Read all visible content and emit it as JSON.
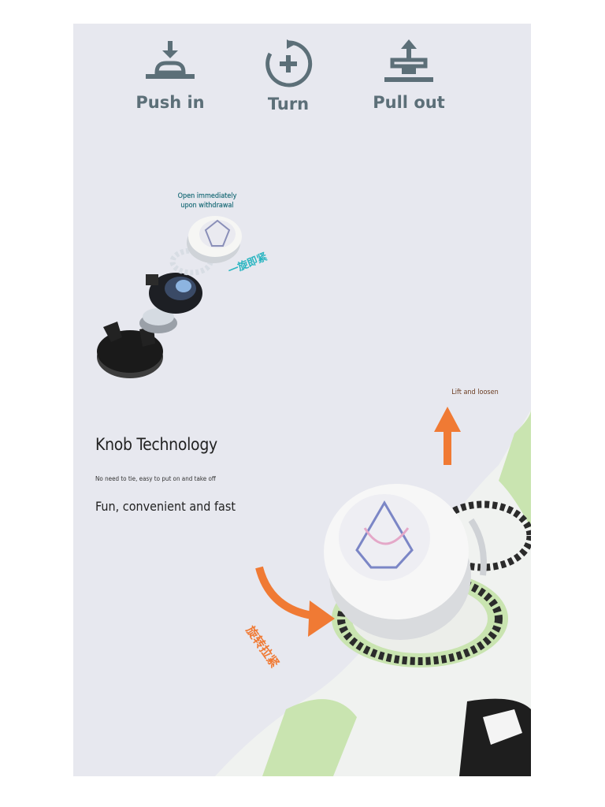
{
  "steps": [
    {
      "label": "Push in",
      "icon": "push-in-icon"
    },
    {
      "label": "Turn",
      "icon": "turn-icon"
    },
    {
      "label": "Pull out",
      "icon": "pull-out-icon"
    }
  ],
  "exploded_callout": "Open immediately upon withdrawal",
  "exploded_cn_label": "一旋即紧",
  "lift_callout": "Lift and loosen",
  "rotate_cn_label": "旋转拉紧",
  "feature": {
    "heading": "Knob Technology",
    "subtext": "No need to tie, easy to put on and take off",
    "tagline": "Fun, convenient and fast"
  },
  "colors": {
    "background": "#e7e8ef",
    "icon": "#5c6f78",
    "accent_orange": "#f07a34",
    "accent_teal": "#2ab5c1",
    "shoe_green": "#c9e4b0"
  }
}
